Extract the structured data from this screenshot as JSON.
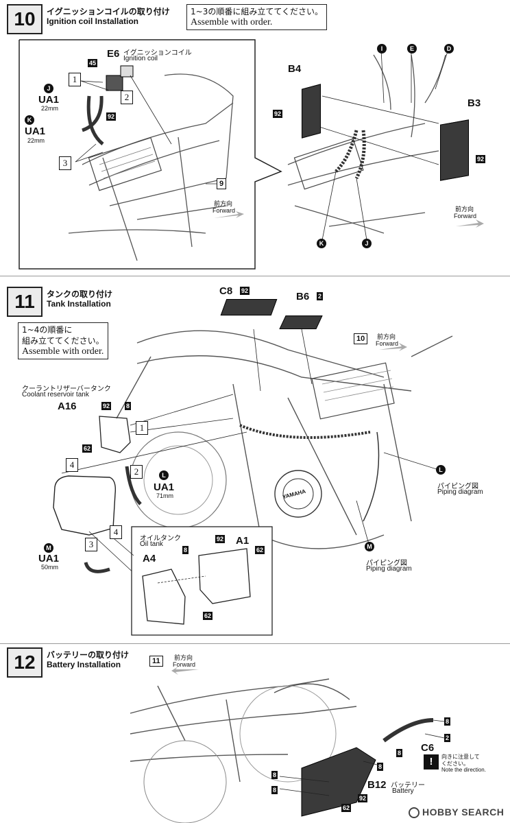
{
  "step10": {
    "number": "10",
    "title_jp": "イグニッションコイルの取り付け",
    "title_en": "Ignition coil Installation",
    "note_jp": "1~3の順番に組み立ててください。",
    "note_en": "Assemble with order.",
    "part_e6": "E6",
    "part_e6_jp": "イグニッションコイル",
    "part_e6_en": "Ignition coil",
    "tag_45": "45",
    "tag_92a": "92",
    "j_letter": "J",
    "k_letter": "K",
    "ua1_a": "UA1",
    "ua1_a_len": "22mm",
    "ua1_b": "UA1",
    "ua1_b_len": "22mm",
    "step1": "1",
    "step2": "2",
    "step3": "3",
    "ref9": "9",
    "forward_jp": "前方向",
    "forward_en": "Forward",
    "b4": "B4",
    "b3": "B3",
    "tag_92b": "92",
    "tag_92c": "92",
    "i_letter": "I",
    "e_letter": "E",
    "d_letter": "D",
    "k2_letter": "K",
    "j2_letter": "J",
    "forward2_jp": "前方向",
    "forward2_en": "Forward"
  },
  "step11": {
    "number": "11",
    "title_jp": "タンクの取り付け",
    "title_en": "Tank Installation",
    "note_jp1": "1~4の順番に",
    "note_jp2": "組み立ててください。",
    "note_en": "Assemble with order.",
    "c8": "C8",
    "tag_92_c8": "92",
    "b6": "B6",
    "tag_2_b6": "2",
    "ref10": "10",
    "forward_jp": "前方向",
    "forward_en": "Forward",
    "coolant_jp": "クーラントリザーバータンク",
    "coolant_en": "Coolant reservoir tank",
    "a16": "A16",
    "tag_92": "92",
    "tag_8": "8",
    "tag_62": "62",
    "step1": "1",
    "step2": "2",
    "step3": "3",
    "step4a": "4",
    "step4b": "4",
    "l_letter": "L",
    "ua1_l": "UA1",
    "ua1_l_len": "71mm",
    "m_letter": "M",
    "ua1_m": "UA1",
    "ua1_m_len": "50mm",
    "pipe_l_jp": "パイピング図",
    "pipe_l_en": "Piping diagram",
    "pipe_l_letter": "L",
    "pipe_m_jp": "パイピング図",
    "pipe_m_en": "Piping diagram",
    "pipe_m_letter": "M",
    "oil_jp": "オイルタンク",
    "oil_en": "Oil tank",
    "a4": "A4",
    "a1": "A1",
    "oil_tag8": "8",
    "oil_tag92": "92",
    "oil_tag62a": "62",
    "oil_tag62b": "62",
    "brand": "YAMAHA"
  },
  "step12": {
    "number": "12",
    "title_jp": "バッテリーの取り付け",
    "title_en": "Battery Installation",
    "ref11": "11",
    "forward_jp": "前方向",
    "forward_en": "Forward",
    "c6": "C6",
    "tag8_a": "8",
    "tag2": "2",
    "tag8_b": "8",
    "tag8_c": "8",
    "tag8_d": "8",
    "tag8_e": "8",
    "direction_jp1": "向きに注意して",
    "direction_jp2": "ください。",
    "direction_en": "Note the direction.",
    "b12": "B12",
    "battery_jp": "バッテリー",
    "battery_en": "Battery",
    "tag92": "92",
    "tag62": "62"
  },
  "watermark": "HOBBY SEARCH"
}
